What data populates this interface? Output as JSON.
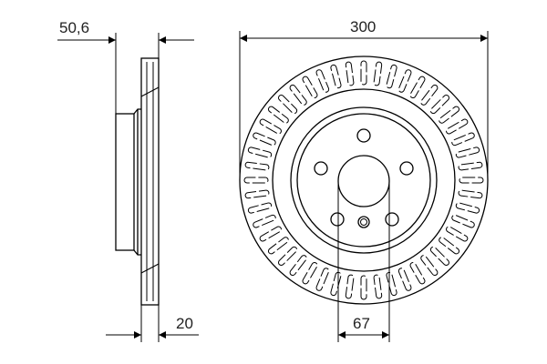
{
  "dimensions": {
    "hat_height": "50,6",
    "thickness": "20",
    "diameter": "300",
    "center_bore": "67"
  },
  "colors": {
    "line": "#000000",
    "background": "#ffffff"
  }
}
